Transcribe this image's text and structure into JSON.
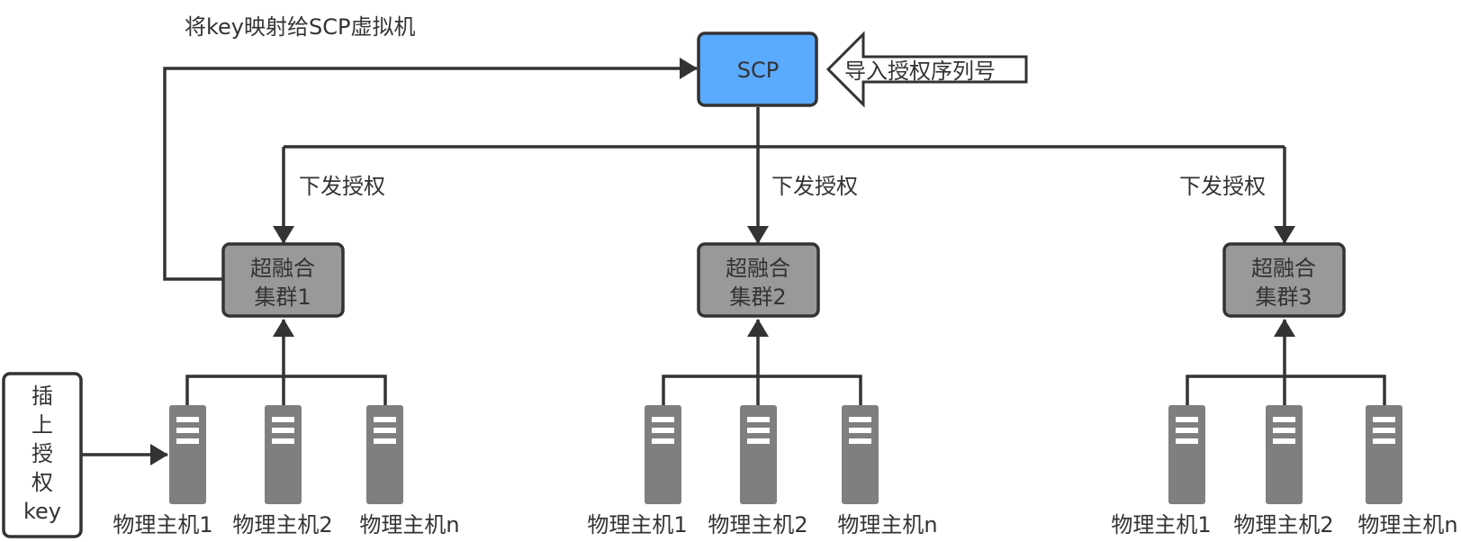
{
  "scp": {
    "label": "SCP",
    "fill": "#5aaaff"
  },
  "import_arrow": {
    "label": "导入授权序列号"
  },
  "map_label": "将key映射给SCP虚拟机",
  "distribute_label": "下发授权",
  "clusters": [
    {
      "line1": "超融合",
      "line2": "集群1"
    },
    {
      "line1": "超融合",
      "line2": "集群2"
    },
    {
      "line1": "超融合",
      "line2": "集群3"
    }
  ],
  "host_labels": [
    "物理主机1",
    "物理主机2",
    "物理主机n"
  ],
  "key_box": {
    "chars": [
      "插",
      "上",
      "授",
      "权",
      "key"
    ]
  },
  "colors": {
    "cluster_fill": "#999999",
    "server_fill": "#7f7f7f",
    "line": "#333333"
  }
}
